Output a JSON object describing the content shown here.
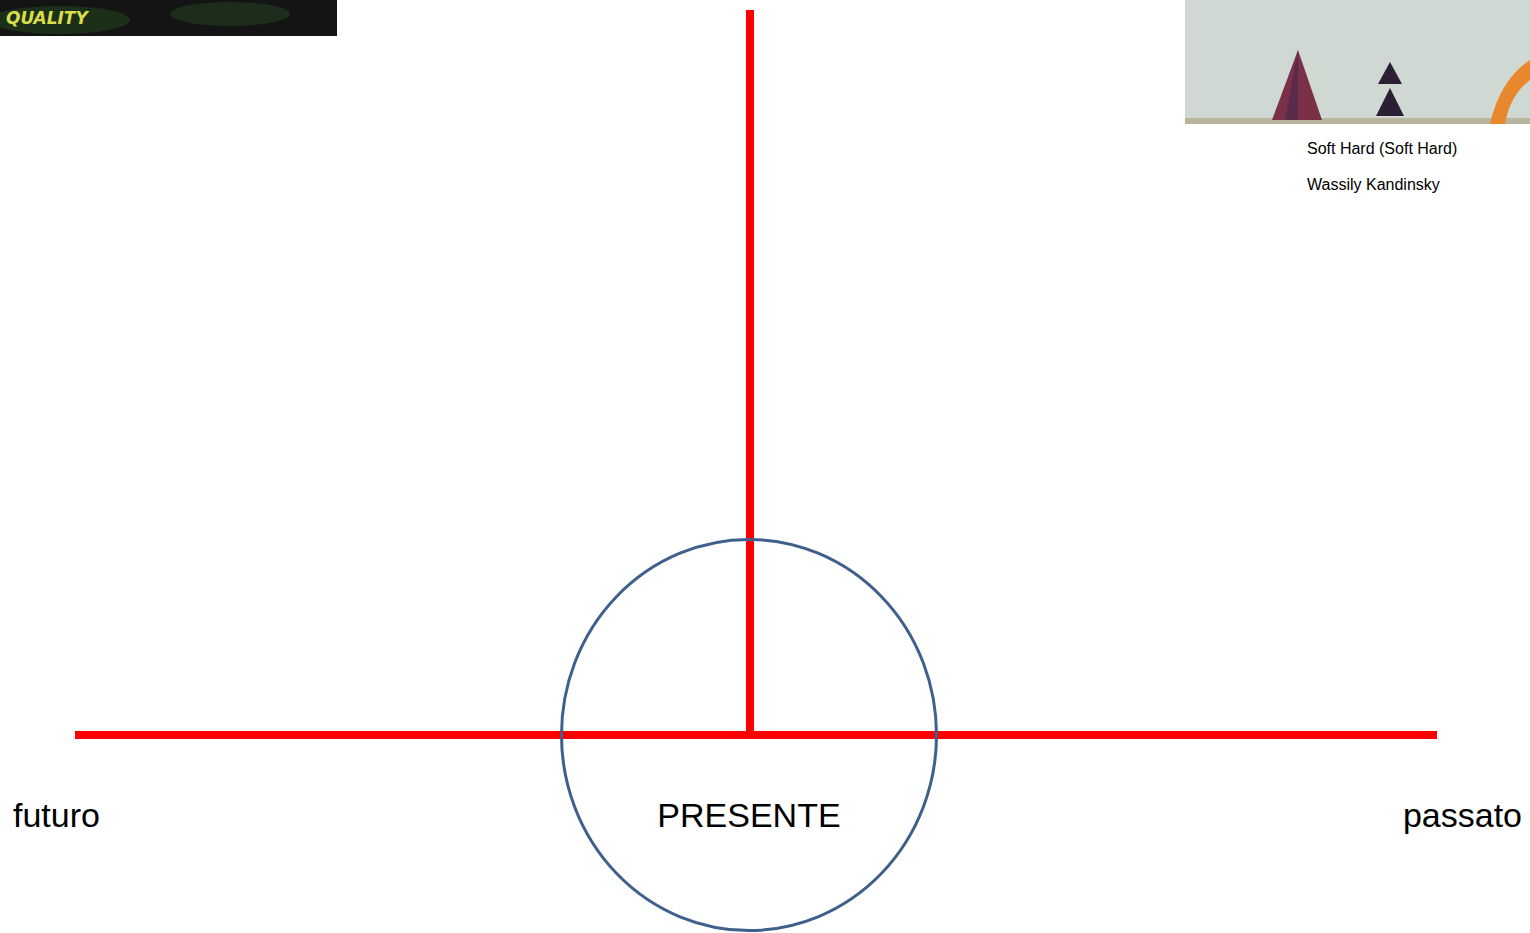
{
  "diagram": {
    "nodes": [
      {
        "text": [
          "PRESENTE"
        ]
      }
    ],
    "labels": [
      "QUALITY",
      "Soft Hard (Soft Hard)",
      "Wassily Kandinsky",
      "futuro",
      "passato"
    ]
  }
}
